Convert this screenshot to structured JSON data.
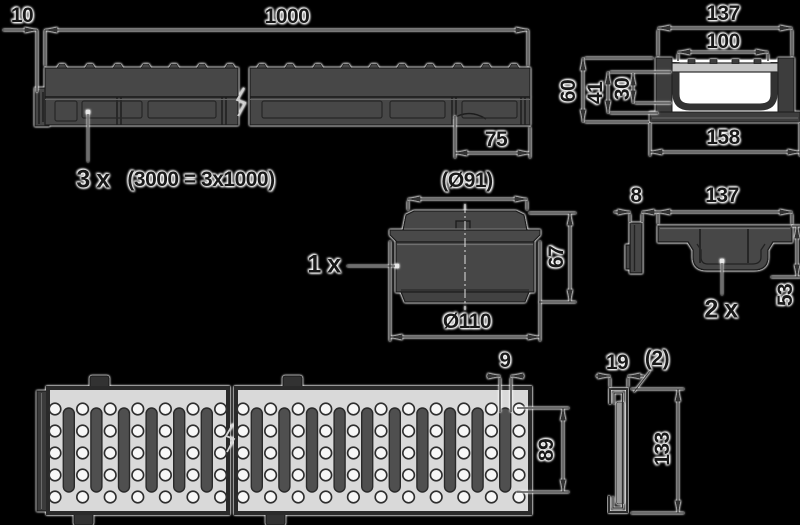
{
  "channel_side_view": {
    "qty": "3 x",
    "total": "(3000 = 3x1000)",
    "dim_overhang": "10",
    "dim_length": "1000",
    "dim_offset": "75"
  },
  "cross_section": {
    "dim_width": "137",
    "dim_inner_width": "100",
    "dim_height": "60",
    "dim_mid_height": "41",
    "dim_depth": "30",
    "dim_base": "158"
  },
  "outlet": {
    "qty": "1 x",
    "dim_top": "(Ø91)",
    "dim_height": "67",
    "dim_bottom": "Ø110"
  },
  "end_cap": {
    "qty": "2 x",
    "dim_thickness": "8",
    "dim_width": "137",
    "dim_height": "53"
  },
  "grate": {
    "dim_slot_width": "9",
    "dim_slot_length": "89"
  },
  "grate_profile": {
    "dim_flange": "19",
    "dim_thickness": "(2)",
    "dim_height": "133"
  },
  "colors": {
    "background": "#000000",
    "line": "#3a3a3a",
    "body": "#474747",
    "grate_fill": "#d9d9d9"
  }
}
